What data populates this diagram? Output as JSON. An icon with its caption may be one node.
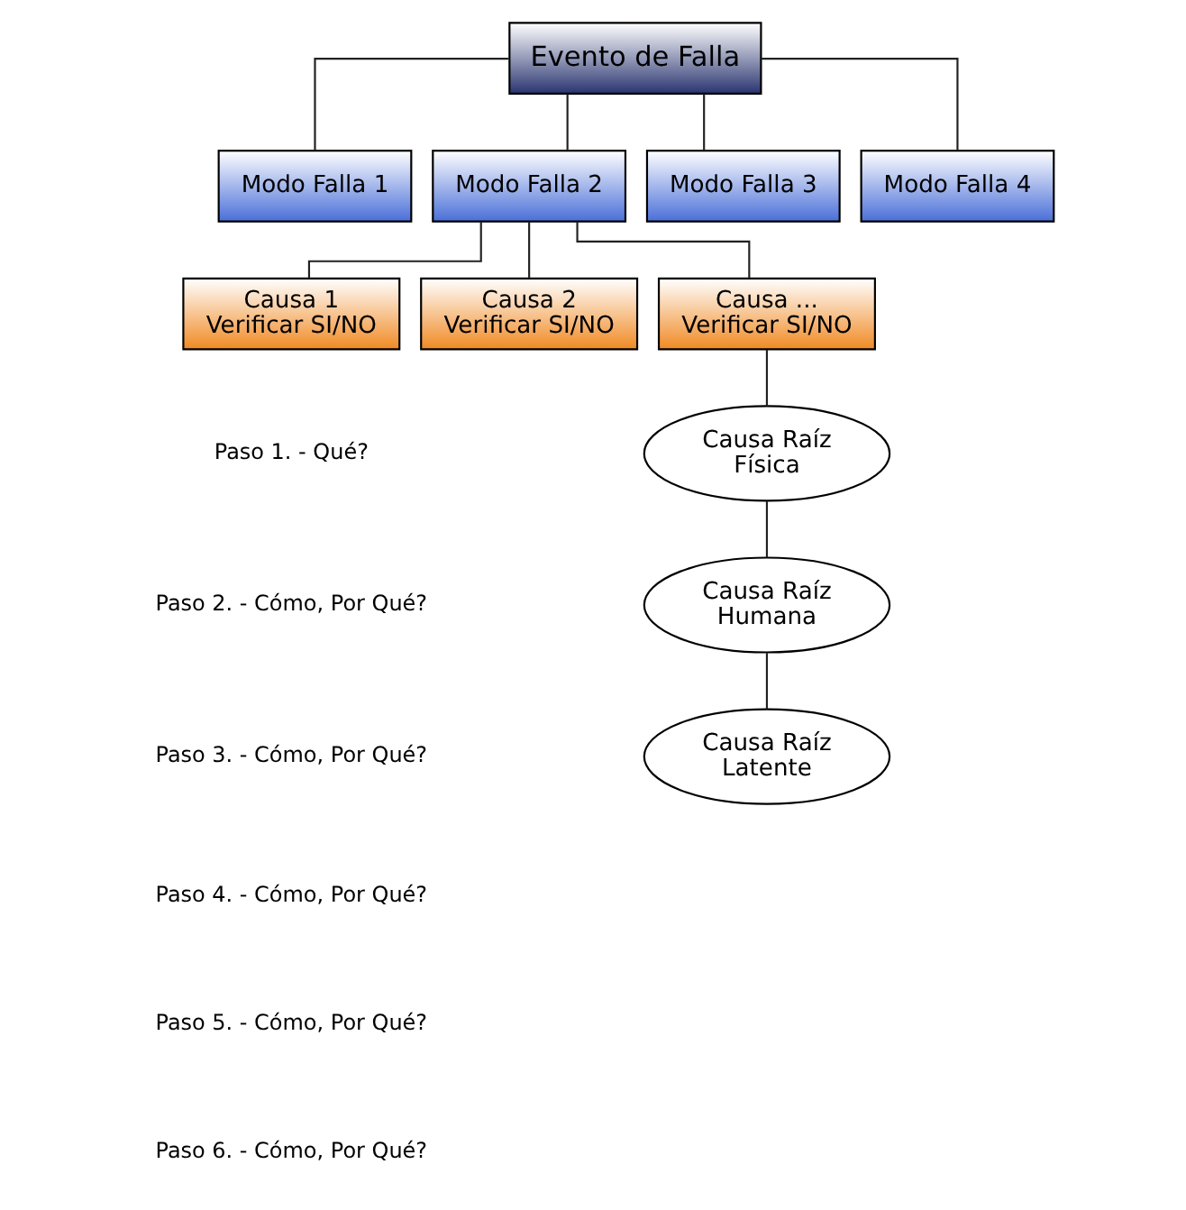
{
  "diagram": {
    "nodes": [
      {
        "text": [
          "Evento de Falla"
        ]
      },
      {
        "text": [
          "Modo Falla 1"
        ]
      },
      {
        "text": [
          "Modo Falla 2"
        ]
      },
      {
        "text": [
          "Modo Falla 3"
        ]
      },
      {
        "text": [
          "Modo Falla 4"
        ]
      },
      {
        "text": [
          "Causa 1",
          "Verificar SI/NO"
        ]
      },
      {
        "text": [
          "Causa 2",
          "Verificar SI/NO"
        ]
      },
      {
        "text": [
          "Causa ...",
          "Verificar SI/NO"
        ]
      },
      {
        "text": [
          "Causa Raíz",
          "Física"
        ]
      },
      {
        "text": [
          "Causa Raíz",
          "Humana"
        ]
      },
      {
        "text": [
          "Causa Raíz",
          "Latente"
        ]
      }
    ],
    "edges": [
      {
        "from": 0,
        "to": 1,
        "arrow": "none"
      },
      {
        "from": 0,
        "to": 2,
        "arrow": "none"
      },
      {
        "from": 0,
        "to": 3,
        "arrow": "none"
      },
      {
        "from": 0,
        "to": 4,
        "arrow": "none"
      },
      {
        "from": 2,
        "to": 5,
        "arrow": "none"
      },
      {
        "from": 2,
        "to": 6,
        "arrow": "none"
      },
      {
        "from": 2,
        "to": 7,
        "arrow": "none"
      },
      {
        "from": 7,
        "to": 8,
        "arrow": "none"
      },
      {
        "from": 8,
        "to": 9,
        "arrow": "none"
      },
      {
        "from": 9,
        "to": 10,
        "arrow": "none"
      }
    ],
    "labels": [
      "Paso 1. - Qué?",
      "Paso 2. - Cómo, Por Qué?",
      "Paso 3. - Cómo, Por Qué?",
      "Paso 4. - Cómo, Por Qué?",
      "Paso 5. - Cómo, Por Qué?",
      "Paso 6. - Cómo, Por Qué?"
    ]
  }
}
